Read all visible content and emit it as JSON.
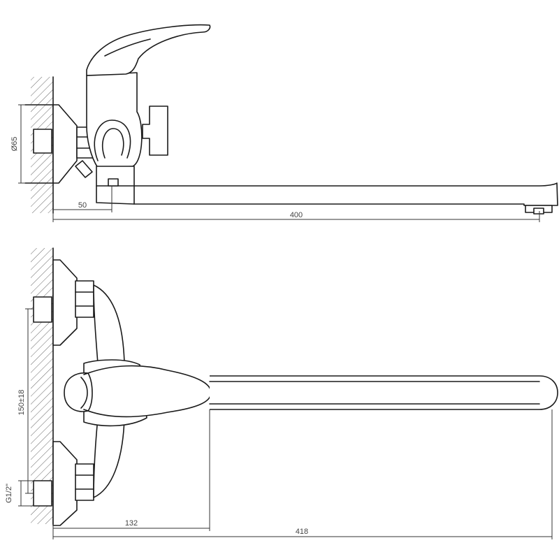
{
  "side_view": {
    "dim_height": "Ø65",
    "dim_offset": "50",
    "dim_length": "400"
  },
  "front_view": {
    "dim_centers": "150±18",
    "dim_thread": "G1/2\"",
    "dim_short": "132",
    "dim_long": "418"
  }
}
